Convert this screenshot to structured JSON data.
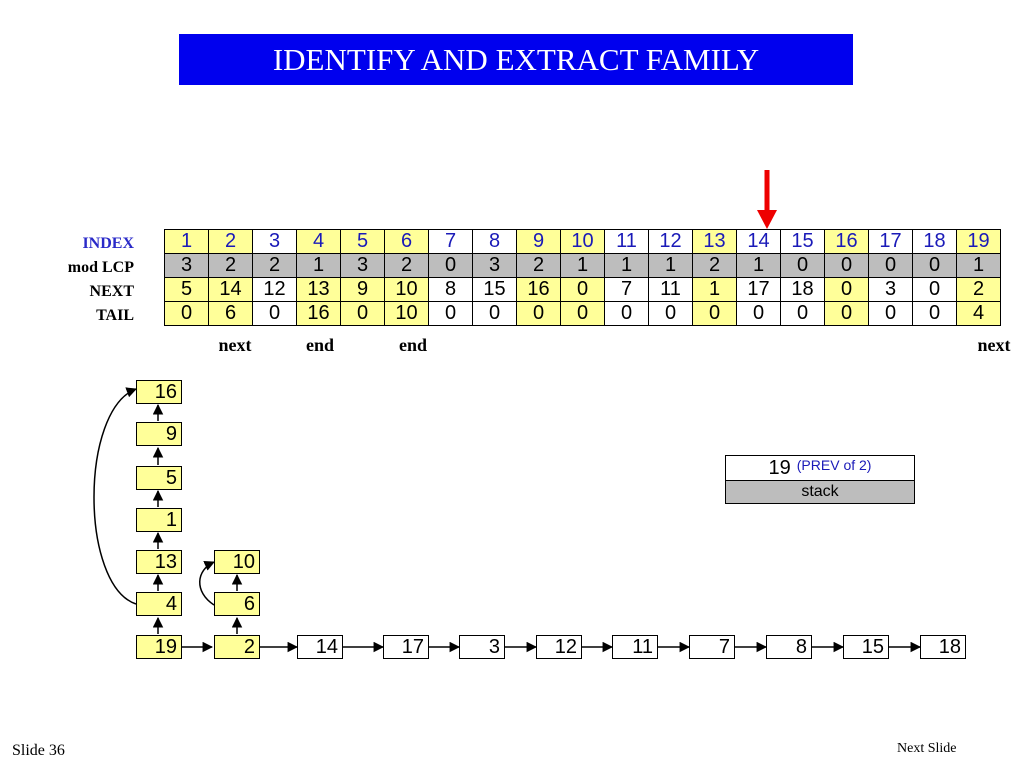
{
  "title": "IDENTIFY AND EXTRACT FAMILY",
  "row_labels": {
    "index": "INDEX",
    "lcp": "mod LCP",
    "next": "NEXT",
    "tail": "TAIL"
  },
  "index_row": [
    "1",
    "2",
    "3",
    "4",
    "5",
    "6",
    "7",
    "8",
    "9",
    "10",
    "11",
    "12",
    "13",
    "14",
    "15",
    "16",
    "17",
    "18",
    "19"
  ],
  "lcp_row": [
    "3",
    "2",
    "2",
    "1",
    "3",
    "2",
    "0",
    "3",
    "2",
    "1",
    "1",
    "1",
    "2",
    "1",
    "0",
    "0",
    "0",
    "0",
    "1"
  ],
  "next_row": [
    "5",
    "14",
    "12",
    "13",
    "9",
    "10",
    "8",
    "15",
    "16",
    "0",
    "7",
    "11",
    "1",
    "17",
    "18",
    "0",
    "3",
    "0",
    "2"
  ],
  "tail_row": [
    "0",
    "6",
    "0",
    "16",
    "0",
    "10",
    "0",
    "0",
    "0",
    "0",
    "0",
    "0",
    "0",
    "0",
    "0",
    "0",
    "0",
    "0",
    "4"
  ],
  "annotations": [
    "next",
    "end",
    "end",
    "next"
  ],
  "pointer_column": 14,
  "colors": {
    "title_bg": "#0000ee",
    "highlight": "#ffff99",
    "lcp_row": "#bdbdbd",
    "pointer": "#ee0000",
    "index_text": "#1a1ab8"
  },
  "chain1": [
    "16",
    "9",
    "5",
    "1",
    "13",
    "4",
    "19"
  ],
  "chain2": [
    "10",
    "6",
    "2"
  ],
  "bottom_chain": [
    "14",
    "17",
    "3",
    "12",
    "11",
    "7",
    "8",
    "15",
    "18"
  ],
  "stack": {
    "value": "19",
    "note": "(PREV of 2)",
    "label": "stack"
  },
  "footer": {
    "slide": "Slide 36",
    "next": "Next Slide"
  }
}
